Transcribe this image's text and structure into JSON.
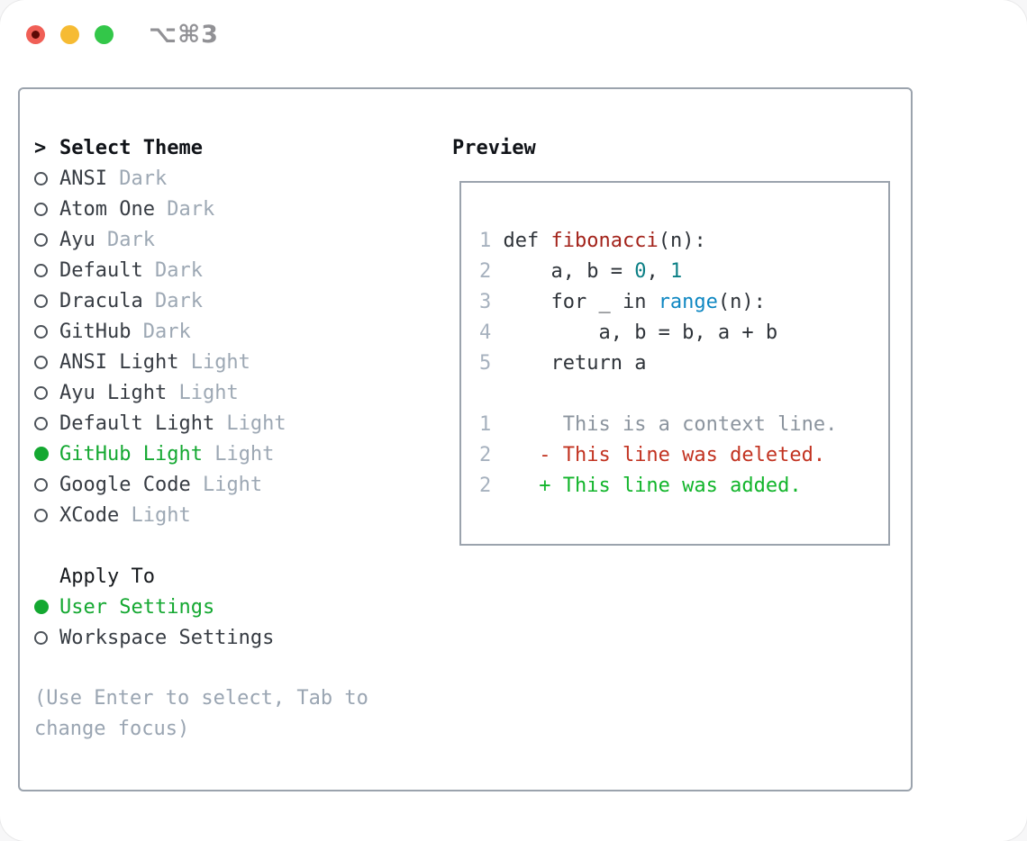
{
  "window": {
    "title": "⌥⌘3"
  },
  "theme_panel": {
    "header_prefix": ">",
    "header": "Select Theme",
    "themes": [
      {
        "name": "ANSI",
        "tag": "Dark",
        "selected": false
      },
      {
        "name": "Atom One",
        "tag": "Dark",
        "selected": false
      },
      {
        "name": "Ayu",
        "tag": "Dark",
        "selected": false
      },
      {
        "name": "Default",
        "tag": "Dark",
        "selected": false
      },
      {
        "name": "Dracula",
        "tag": "Dark",
        "selected": false
      },
      {
        "name": "GitHub",
        "tag": "Dark",
        "selected": false
      },
      {
        "name": "ANSI Light",
        "tag": "Light",
        "selected": false
      },
      {
        "name": "Ayu Light",
        "tag": "Light",
        "selected": false
      },
      {
        "name": "Default Light",
        "tag": "Light",
        "selected": false
      },
      {
        "name": "GitHub Light",
        "tag": "Light",
        "selected": true
      },
      {
        "name": "Google Code",
        "tag": "Light",
        "selected": false
      },
      {
        "name": "XCode",
        "tag": "Light",
        "selected": false
      }
    ],
    "apply_to": {
      "header": "Apply To",
      "options": [
        {
          "label": "User Settings",
          "selected": true
        },
        {
          "label": "Workspace Settings",
          "selected": false
        }
      ]
    },
    "hint": "(Use Enter to select, Tab to change focus)"
  },
  "preview": {
    "header": "Preview",
    "code_lines": [
      {
        "num": "1",
        "tokens": [
          {
            "text": " def ",
            "style": "code"
          },
          {
            "text": "fibonacci",
            "style": "function"
          },
          {
            "text": "(n):",
            "style": "code"
          }
        ]
      },
      {
        "num": "2",
        "tokens": [
          {
            "text": "     a, b = ",
            "style": "code"
          },
          {
            "text": "0",
            "style": "number"
          },
          {
            "text": ", ",
            "style": "code"
          },
          {
            "text": "1",
            "style": "number"
          }
        ]
      },
      {
        "num": "3",
        "tokens": [
          {
            "text": "     for _ in ",
            "style": "code"
          },
          {
            "text": "range",
            "style": "builtin"
          },
          {
            "text": "(n):",
            "style": "code"
          }
        ]
      },
      {
        "num": "4",
        "tokens": [
          {
            "text": "         a, b = b, a + b",
            "style": "code"
          }
        ]
      },
      {
        "num": "5",
        "tokens": [
          {
            "text": "     return a",
            "style": "code"
          }
        ]
      }
    ],
    "diff_lines": [
      {
        "num": "1",
        "tokens": [
          {
            "text": "      This is a context line.",
            "style": "context"
          }
        ]
      },
      {
        "num": "2",
        "tokens": [
          {
            "text": "    - This line was deleted.",
            "style": "deleted"
          }
        ]
      },
      {
        "num": "2",
        "tokens": [
          {
            "text": "    + This line was added.",
            "style": "added"
          }
        ]
      }
    ]
  },
  "colors": {
    "accent_green": "#14a831",
    "code_text": "#2e3339",
    "function_red": "#a3231b",
    "number_teal": "#0b7f85",
    "builtin_blue": "#0e87c2",
    "diff_context": "#8b949e",
    "diff_deleted": "#c23321",
    "diff_added": "#12b52b",
    "line_number": "#a6b1be",
    "muted_gray": "#9da8b4",
    "traffic_red": "#f05f56",
    "traffic_yellow": "#f6bb33",
    "traffic_green": "#33c749"
  }
}
